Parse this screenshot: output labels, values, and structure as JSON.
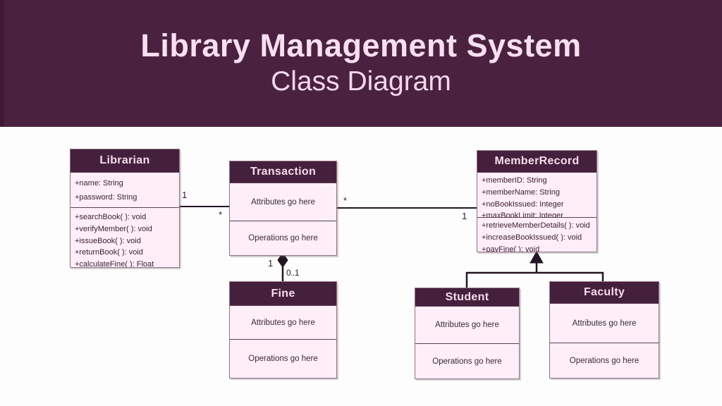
{
  "banner": {
    "title": "Library Management System",
    "subtitle": "Class Diagram"
  },
  "diagram": {
    "type": "uml-class-diagram",
    "classes": {
      "librarian": {
        "name": "Librarian",
        "attributes": [
          "+name: String",
          "+password: String"
        ],
        "operations": [
          "+searchBook( ): void",
          "+verifyMember( ): void",
          "+issueBook( ): void",
          "+returnBook( ): void",
          "+calculateFine( ): Float"
        ]
      },
      "transaction": {
        "name": "Transaction",
        "attributes": [
          "Attributes go here"
        ],
        "operations": [
          "Operations go here"
        ]
      },
      "member_record": {
        "name": "MemberRecord",
        "attributes": [
          "+memberID: String",
          "+memberName: String",
          "+noBookIssued: Integer",
          "+maxBookLimit: Integer"
        ],
        "operations": [
          "+retrieveMemberDetails( ): void",
          "+increaseBookIssued( ): void",
          "+payFine( ): void"
        ]
      },
      "fine": {
        "name": "Fine",
        "attributes": [
          "Attributes go here"
        ],
        "operations": [
          "Operations go here"
        ]
      },
      "student": {
        "name": "Student",
        "attributes": [
          "Attributes go here"
        ],
        "operations": [
          "Operations go here"
        ]
      },
      "faculty": {
        "name": "Faculty",
        "attributes": [
          "Attributes go here"
        ],
        "operations": [
          "Operations go here"
        ]
      }
    },
    "relationships": {
      "librarian_transaction": {
        "type": "association",
        "from": "Librarian",
        "to": "Transaction",
        "from_multiplicity": "1",
        "to_multiplicity": "*"
      },
      "transaction_member_record": {
        "type": "association",
        "from": "Transaction",
        "to": "MemberRecord",
        "from_multiplicity": "*",
        "to_multiplicity": "1"
      },
      "transaction_fine": {
        "type": "composition",
        "from": "Transaction",
        "to": "Fine",
        "from_multiplicity": "1",
        "to_multiplicity": "0..1"
      },
      "student_member_record": {
        "type": "inheritance",
        "from": "Student",
        "to": "MemberRecord"
      },
      "faculty_member_record": {
        "type": "inheritance",
        "from": "Faculty",
        "to": "MemberRecord"
      }
    }
  },
  "colors": {
    "banner_bg": "#4a2240",
    "class_header_bg": "#45203c",
    "class_body_bg": "#fdeef8",
    "border": "#8d7386",
    "connector_line": "#241522",
    "title_text": "#f8dff0",
    "body_text": "#3a1d33"
  }
}
